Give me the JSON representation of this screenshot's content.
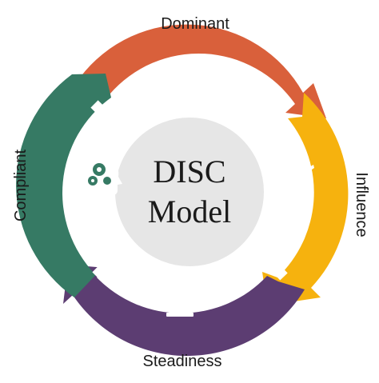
{
  "center": {
    "line1": "DISC",
    "line2": "Model"
  },
  "segments": [
    {
      "key": "dominant",
      "label": "Dominant",
      "color": "#d9603b",
      "icon": "person-icon"
    },
    {
      "key": "influence",
      "label": "Influence",
      "color": "#f6b20e",
      "icon": "dancer-icon"
    },
    {
      "key": "steadiness",
      "label": "Steadiness",
      "color": "#5c3d72",
      "icon": "hourglass-icon"
    },
    {
      "key": "compliant",
      "label": "Compliant",
      "color": "#367a64",
      "icon": "head-gears-icon"
    }
  ],
  "colors": {
    "center_fill": "#e6e6e6",
    "separator": "#ffffff",
    "icon": "#ffffff"
  }
}
